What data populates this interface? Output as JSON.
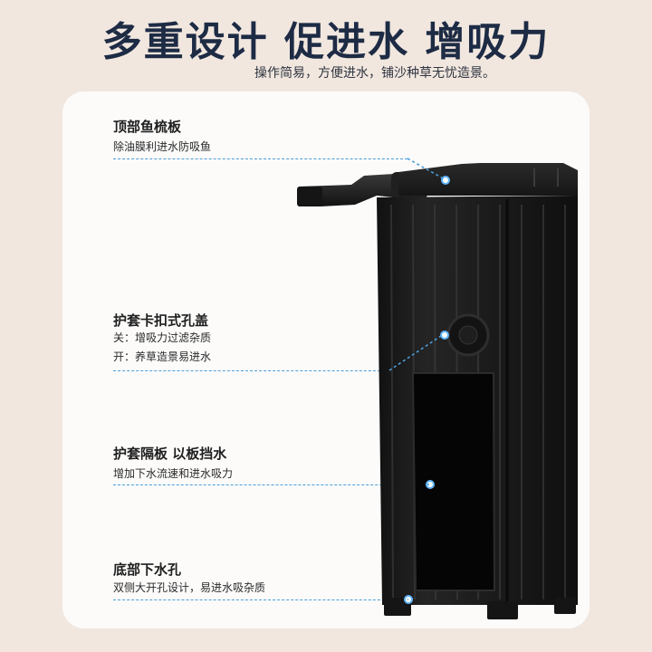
{
  "headline": "多重设计 促进水 增吸力",
  "subtitle": "操作简易，方便进水，铺沙种草无忧造景。",
  "sections": [
    {
      "title": "顶部鱼梳板",
      "desc1": "除油膜利进水防吸鱼"
    },
    {
      "title": "护套卡扣式孔盖",
      "desc1": "关：增吸力过滤杂质",
      "desc2": "开：养草造景易进水"
    },
    {
      "title": "护套隔板 以板挡水",
      "desc1": "增加下水流速和进水吸力"
    },
    {
      "title": "底部下水孔",
      "desc1": "双侧大开孔设计，易进水吸杂质"
    }
  ],
  "colors": {
    "accent": "#4a9edb",
    "headline": "#1d2b44",
    "background": "#f1e7df",
    "panel": "#fcfbfa",
    "product": "#1a1a1a"
  }
}
